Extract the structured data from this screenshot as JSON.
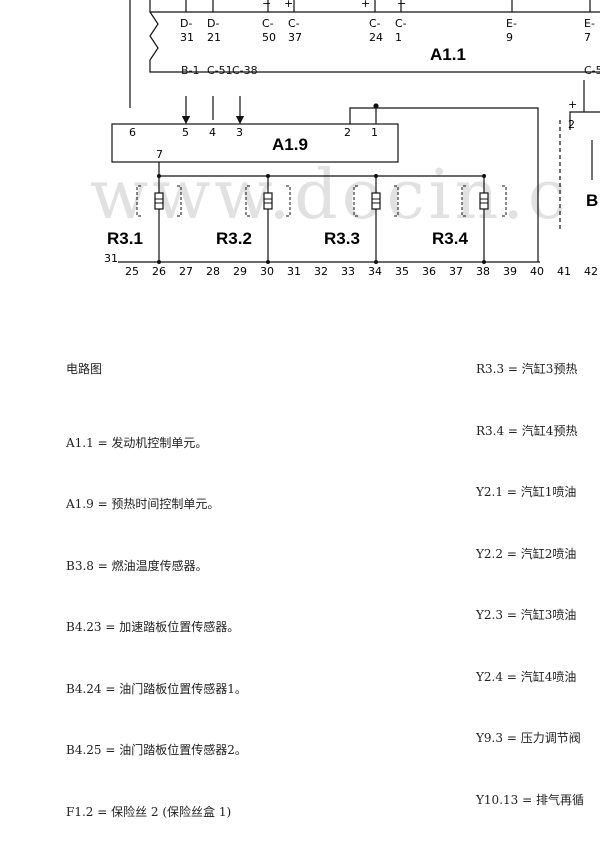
{
  "diagram": {
    "module_a11": {
      "label": "A1.1",
      "top_pins": [
        "D-31",
        "D-21",
        "C-50",
        "C-37",
        "C-24",
        "C-1",
        "E-9",
        "E-7"
      ],
      "bottom_pins": [
        "B-1",
        "C-51",
        "C-38",
        "C-5"
      ]
    },
    "module_a19": {
      "label": "A1.9",
      "pins": [
        "6",
        "5",
        "4",
        "3",
        "2",
        "1",
        "7"
      ]
    },
    "glow_plugs": [
      "R3.1",
      "R3.2",
      "R3.3",
      "R3.4"
    ],
    "right_partial": {
      "pin_plus": "+",
      "pin_2": "2",
      "label": "B"
    },
    "sign_labels": [
      "−",
      "+",
      "+",
      "−"
    ],
    "bus_start": "31",
    "bus_numbers": [
      "25",
      "26",
      "27",
      "28",
      "29",
      "30",
      "31",
      "32",
      "33",
      "34",
      "35",
      "36",
      "37",
      "38",
      "39",
      "40",
      "41",
      "42"
    ],
    "watermark": "www.docin.c"
  },
  "legend": {
    "title": "电路图",
    "left_items": [
      "A1.1 = 发动机控制单元。",
      "A1.9 = 预热时间控制单元。",
      "B3.8 = 燃油温度传感器。",
      "B4.23 = 加速踏板位置传感器。",
      "B4.24 = 油门踏板位置传感器1。",
      "B4.25 = 油门踏板位置传感器2。",
      "F1.2 = 保险丝 2 (保险丝盒 1)"
    ],
    "right_items": [
      "R3.3 = 汽缸3预热",
      "R3.4 = 汽缸4预热",
      "Y2.1 = 汽缸1喷油",
      "Y2.2 = 汽缸2喷油",
      "Y2.3 = 汽缸3喷油",
      "Y2.4 = 汽缸4喷油",
      "Y9.3 = 压力调节阀",
      "Y10.13 = 排气再循"
    ]
  }
}
